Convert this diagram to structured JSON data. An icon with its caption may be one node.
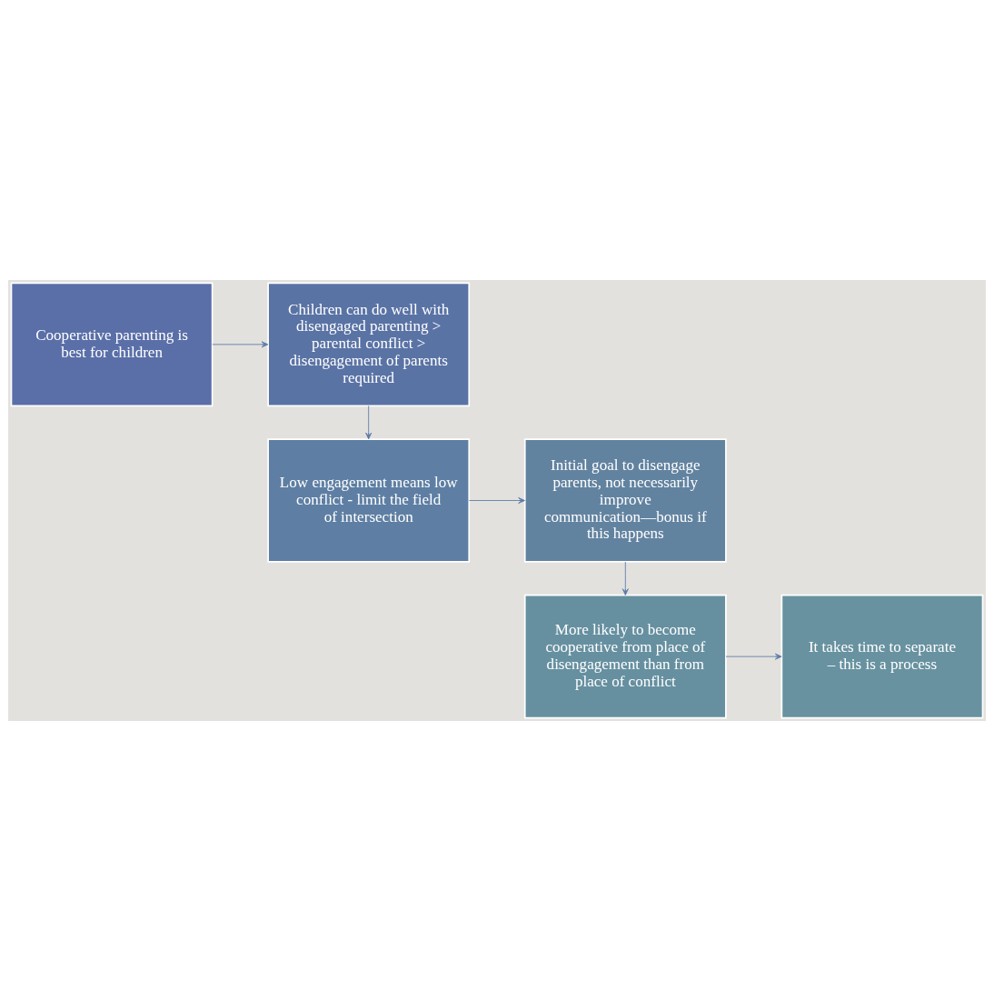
{
  "diagram": {
    "nodes": [
      {
        "text": [
          "Cooperative parenting is best for children"
        ]
      },
      {
        "text": [
          "Children can do well with disengaged parenting > parental conflict > disengagement of parents required"
        ]
      },
      {
        "text": [
          "Low engagement means low conflict - limit the field of intersection"
        ]
      },
      {
        "text": [
          "Initial goal to disengage parents, not necessarily improve communication—bonus if this happens"
        ]
      },
      {
        "text": [
          "More likely to become cooperative from place of disengagement than from place of conflict"
        ]
      },
      {
        "text": [
          "It takes time to separate – this is a process"
        ]
      }
    ],
    "edges": [
      {
        "from": 0,
        "to": 1,
        "arrow": "to"
      },
      {
        "from": 1,
        "to": 2,
        "arrow": "to"
      },
      {
        "from": 2,
        "to": 3,
        "arrow": "to"
      },
      {
        "from": 3,
        "to": 4,
        "arrow": "to"
      },
      {
        "from": 4,
        "to": 5,
        "arrow": "to"
      }
    ]
  }
}
